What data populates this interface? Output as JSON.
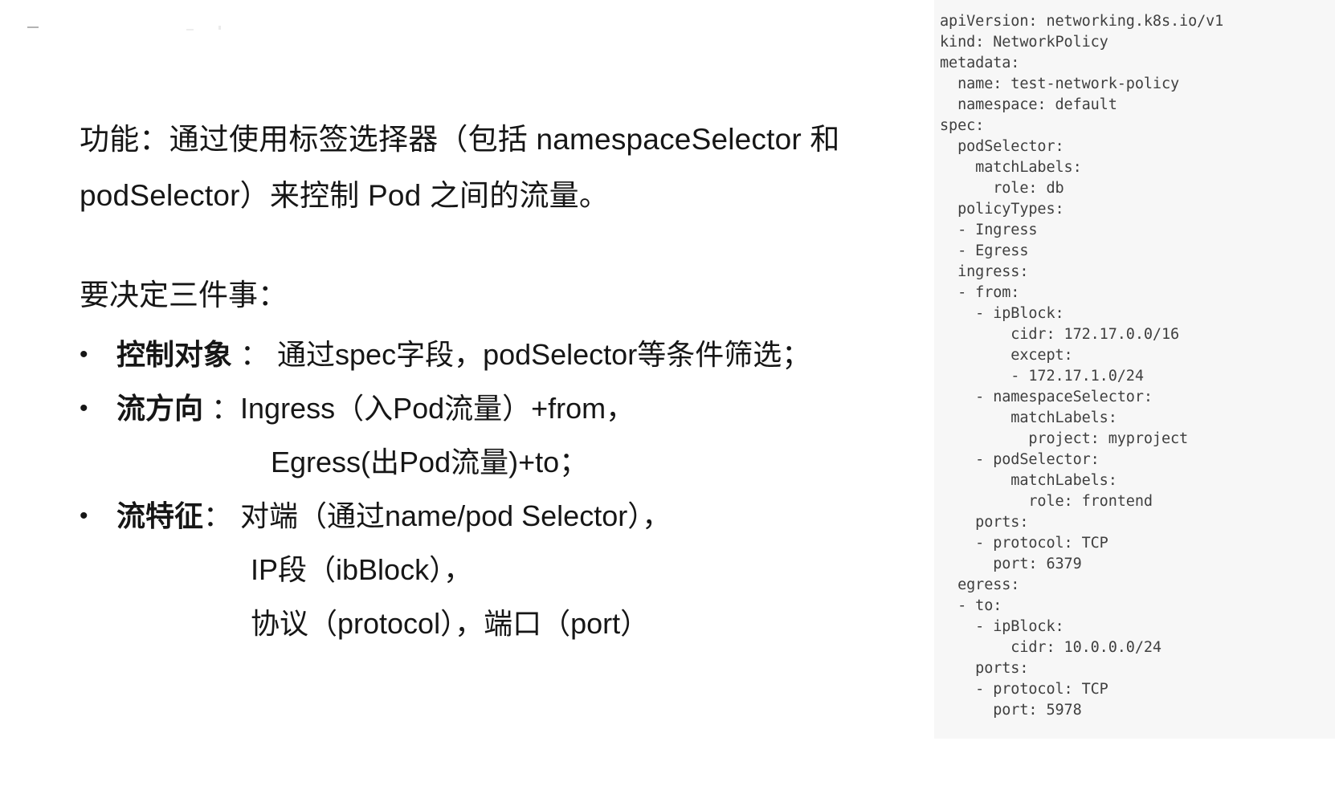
{
  "slide": {
    "intro": {
      "line1": "功能：通过使用标签选择器（包括 namespaceSelector 和",
      "line2": "podSelector）来控制 Pod 之间的流量。"
    },
    "decide_heading": "要决定三件事：",
    "bullets": [
      {
        "marker": "•",
        "bold": "控制对象",
        "rest": " ： 通过spec字段，podSelector等条件筛选；",
        "continuations": []
      },
      {
        "marker": "•",
        "bold": "流方向",
        "rest": " ：Ingress（入Pod流量）+from，",
        "continuations": [
          "Egress(出Pod流量)+to；"
        ]
      },
      {
        "marker": "•",
        "bold": "流特征",
        "rest": "： 对端（通过name/pod Selector），",
        "continuations": [
          "IP段（ibBlock），",
          "协议（protocol），端口（port）"
        ]
      }
    ]
  },
  "yaml": {
    "lines": [
      "apiVersion: networking.k8s.io/v1",
      "kind: NetworkPolicy",
      "metadata:",
      "  name: test-network-policy",
      "  namespace: default",
      "spec:",
      "  podSelector:",
      "    matchLabels:",
      "      role: db",
      "  policyTypes:",
      "  - Ingress",
      "  - Egress",
      "  ingress:",
      "  - from:",
      "    - ipBlock:",
      "        cidr: 172.17.0.0/16",
      "        except:",
      "        - 172.17.1.0/24",
      "    - namespaceSelector:",
      "        matchLabels:",
      "          project: myproject",
      "    - podSelector:",
      "        matchLabels:",
      "          role: frontend",
      "    ports:",
      "    - protocol: TCP",
      "      port: 6379",
      "  egress:",
      "  - to:",
      "    - ipBlock:",
      "        cidr: 10.0.0.0/24",
      "    ports:",
      "    - protocol: TCP",
      "      port: 5978"
    ]
  },
  "colors": {
    "panel_background": "#f7f7f7",
    "code_text": "#3f3f3f",
    "body_text": "#161616"
  }
}
